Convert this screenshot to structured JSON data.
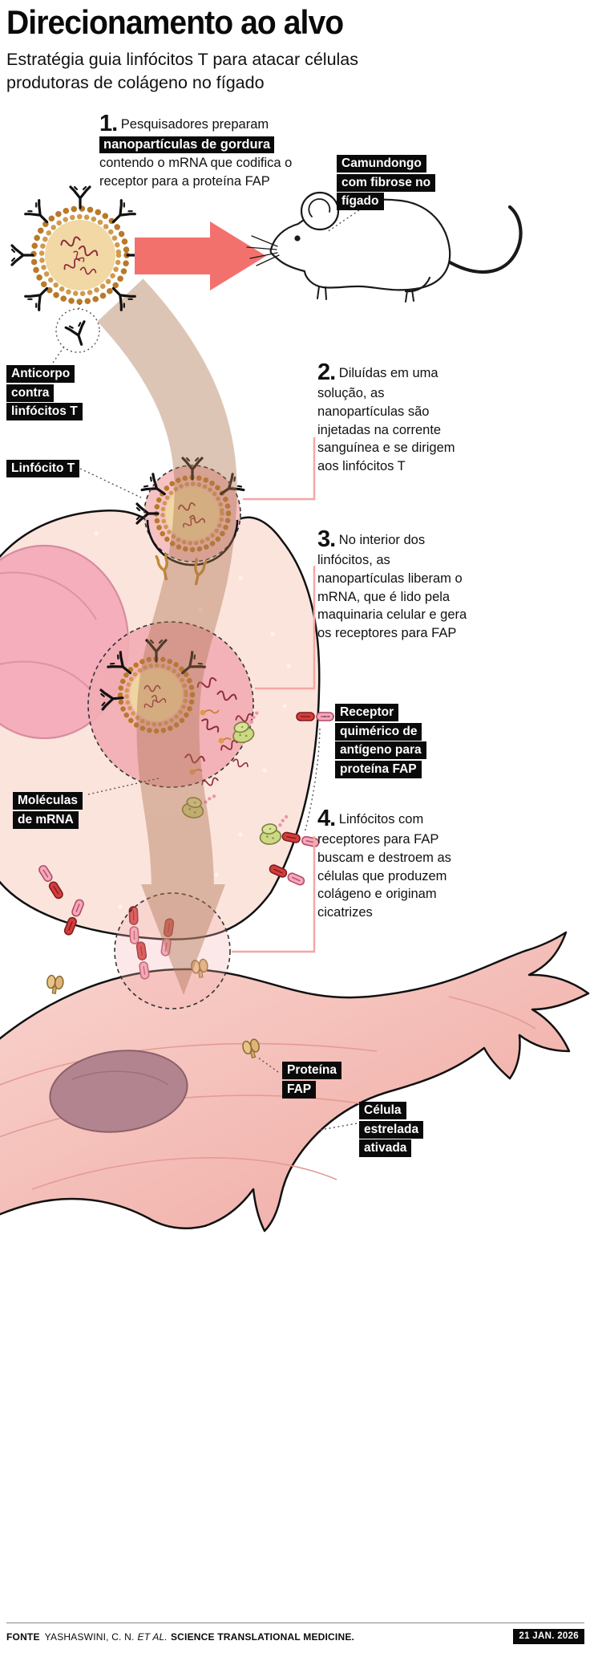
{
  "header": {
    "title": "Direcionamento ao alvo",
    "subtitle": "Estratégia guia linfócitos T para atacar células produtoras de colágeno no fígado"
  },
  "steps": {
    "s1": {
      "num": "1.",
      "pre": " Pesquisadores preparam ",
      "highlight": "nanopartículas de gordura",
      "post": " contendo o mRNA que codifica o receptor para a proteína FAP"
    },
    "s2": {
      "num": "2.",
      "text": " Diluídas em uma solução, as nanopartículas são injetadas na corrente sanguínea e se dirigem aos linfócitos T"
    },
    "s3": {
      "num": "3.",
      "text": " No interior dos linfócitos, as nanopartículas liberam o mRNA, que é lido pela maquinaria celular e gera os receptores para FAP"
    },
    "s4": {
      "num": "4.",
      "text": " Linfócitos com receptores para FAP buscam e destroem as células que produzem colágeno e originam cicatrizes"
    }
  },
  "labels": {
    "mouse": "Camundongo com fibrose no fígado",
    "antibody": "Anticorpo contra linfócitos T",
    "lymphocyte": "Linfócito T",
    "receptor": "Receptor quimérico de antígeno para proteína FAP",
    "mrna": "Moléculas de mRNA",
    "fap": "Proteína FAP",
    "stellate": "Célula estrelada ativada"
  },
  "footer": {
    "fonte": "FONTE",
    "authors": "YASHASWINI, C. N.",
    "et_al": "ET AL.",
    "journal": "SCIENCE TRANSLATIONAL MEDICINE.",
    "date": "21 JAN. 2026"
  },
  "colors": {
    "label_bg": "#0a0a0a",
    "accent_arrow": "#f3716d",
    "flow_arrow": "#ad7452",
    "cell_fill": "#fbe4dc",
    "nucleus_fill": "#f4aebc",
    "nanoparticle_fill": "#f1d8a4",
    "nanoparticle_ring": "#b87a2a",
    "mrna": "#8f2b3a",
    "ribosome": "#ccd884",
    "receptor_red": "#d63c3c",
    "receptor_pink": "#f4a8bc",
    "stellate_fill": "#f5bcb6",
    "stellate_nucleus": "#b2848f",
    "leader_pink": "#f5a6a6"
  }
}
